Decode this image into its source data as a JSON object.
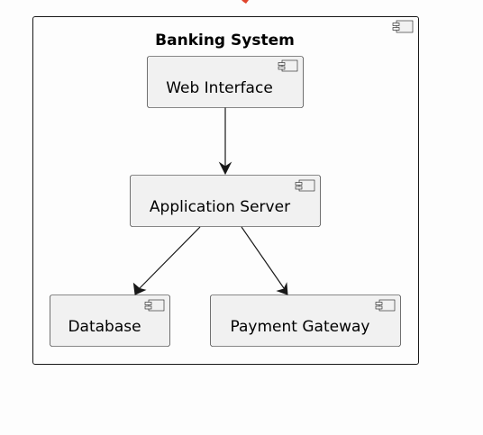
{
  "package": {
    "title": "Banking System"
  },
  "components": {
    "web_interface": "Web Interface",
    "application_server": "Application Server",
    "database": "Database",
    "payment_gateway": "Payment Gateway"
  },
  "relations": [
    {
      "from": "Web Interface",
      "to": "Application Server"
    },
    {
      "from": "Application Server",
      "to": "Database"
    },
    {
      "from": "Application Server",
      "to": "Payment Gateway"
    }
  ]
}
